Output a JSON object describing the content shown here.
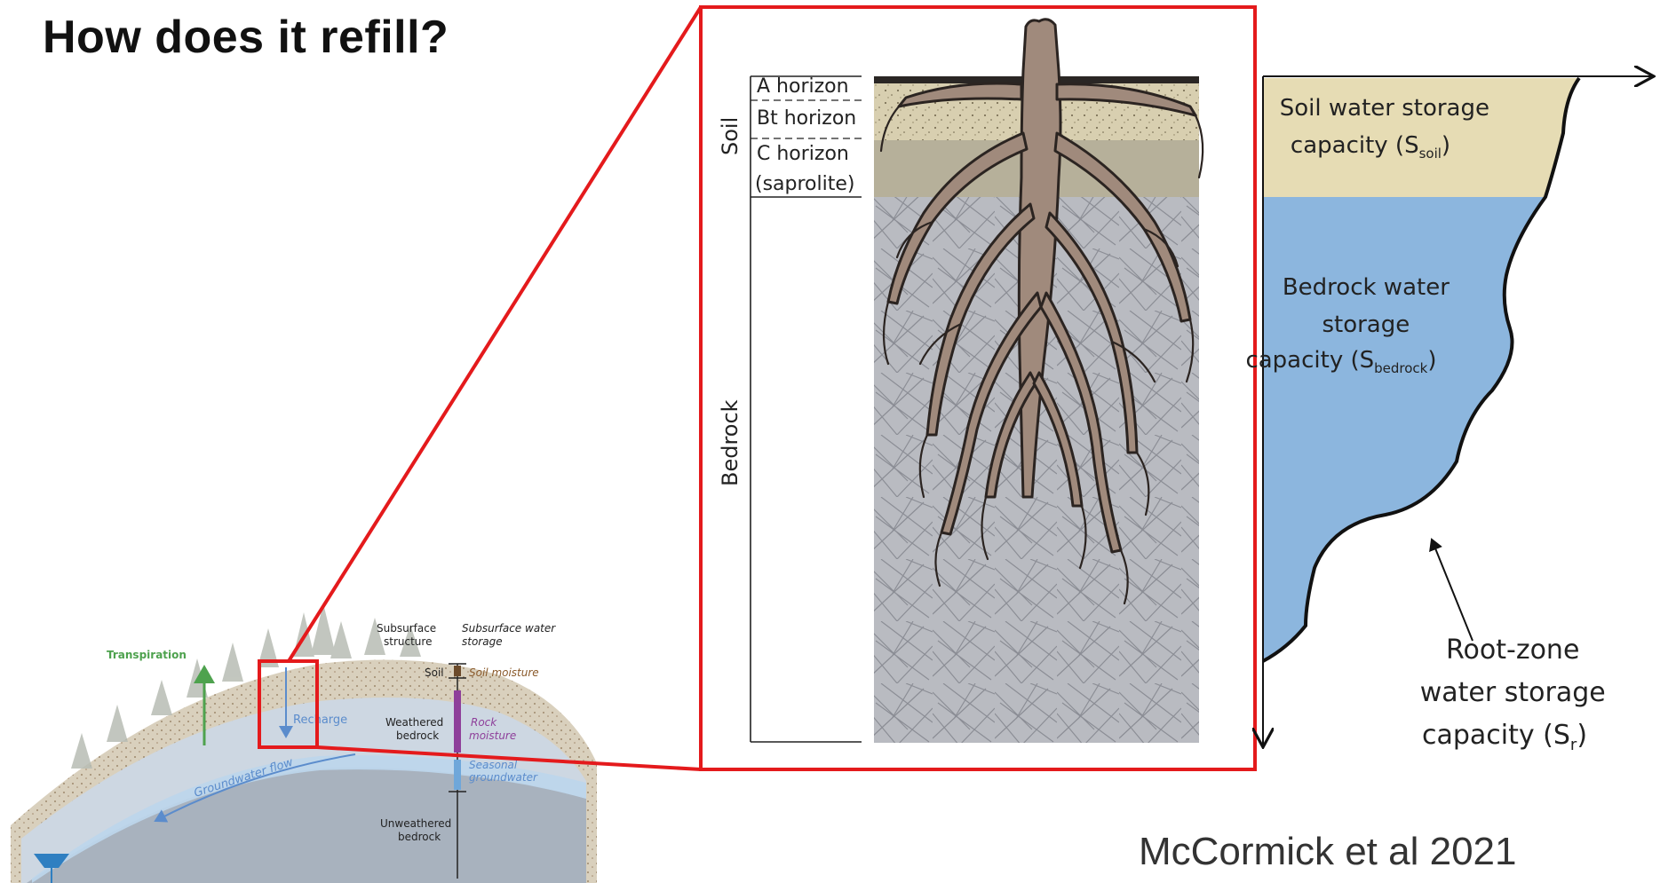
{
  "slide": {
    "title": "How does it refill?",
    "citation": "McCormick et al 2021"
  },
  "overview": {
    "labels": {
      "transpiration": "Transpiration",
      "recharge": "Recharge",
      "groundwater_flow": "Groundwater flow",
      "subsurface_structure": [
        "Subsurface",
        "structure"
      ],
      "subsurface_water_storage": [
        "Subsurface water",
        "storage"
      ],
      "soil": "Soil",
      "soil_moisture": "Soil moisture",
      "weathered_bedrock": [
        "Weathered",
        "bedrock"
      ],
      "rock_moisture": [
        "Rock",
        "moisture"
      ],
      "seasonal_groundwater": [
        "Seasonal",
        "groundwater"
      ],
      "unweathered_bedrock": [
        "Unweathered",
        "bedrock"
      ]
    }
  },
  "profile": {
    "horizons": [
      "A horizon",
      "Bt horizon",
      "C horizon",
      "(saprolite)"
    ],
    "soil_label": "Soil",
    "bedrock_label": "Bedrock"
  },
  "storage": {
    "soil_capacity": [
      "Soil water storage",
      "capacity (S",
      "soil",
      ")"
    ],
    "bedrock_capacity": [
      "Bedrock water",
      "storage",
      "capacity (S",
      "bedrock",
      ")"
    ],
    "root_zone": [
      "Root-zone",
      "water storage",
      "capacity (S",
      "r",
      ")"
    ]
  },
  "colors": {
    "highlight_red": "#e41a1c",
    "root_brown": "#a08a7c",
    "soil_tan": "#e6dcb4",
    "bedrock_blue": "#8cb6de",
    "rock_gray": "#b9bbc1",
    "transpiration_green": "#4ea24e",
    "recharge_blue": "#5b8ccc",
    "rock_moisture_purple": "#8e3f9a",
    "soil_moisture_brown": "#8a5a2b"
  }
}
